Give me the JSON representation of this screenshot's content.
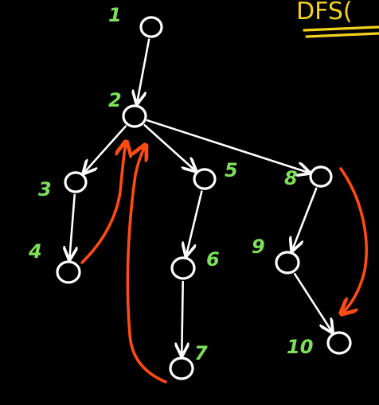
{
  "title": "DFS(",
  "colors": {
    "background": "#000000",
    "tree_edge": "#ffffff",
    "back_edge": "#ff4a12",
    "label": "#7ee05a",
    "title": "#f2d21c"
  },
  "nodes": [
    {
      "id": 1,
      "label": "1"
    },
    {
      "id": 2,
      "label": "2"
    },
    {
      "id": 3,
      "label": "3"
    },
    {
      "id": 4,
      "label": "4"
    },
    {
      "id": 5,
      "label": "5"
    },
    {
      "id": 6,
      "label": "6"
    },
    {
      "id": 7,
      "label": "7"
    },
    {
      "id": 8,
      "label": "8"
    },
    {
      "id": 9,
      "label": "9"
    },
    {
      "id": 10,
      "label": "10"
    }
  ],
  "tree_edges": [
    {
      "from": 1,
      "to": 2
    },
    {
      "from": 2,
      "to": 3
    },
    {
      "from": 3,
      "to": 4
    },
    {
      "from": 2,
      "to": 5
    },
    {
      "from": 5,
      "to": 6
    },
    {
      "from": 6,
      "to": 7
    },
    {
      "from": 2,
      "to": 8
    },
    {
      "from": 8,
      "to": 9
    },
    {
      "from": 9,
      "to": 10
    }
  ],
  "back_edges": [
    {
      "from": 4,
      "to": 2
    },
    {
      "from": 7,
      "to": 2
    },
    {
      "from": 8,
      "to": 10
    }
  ]
}
